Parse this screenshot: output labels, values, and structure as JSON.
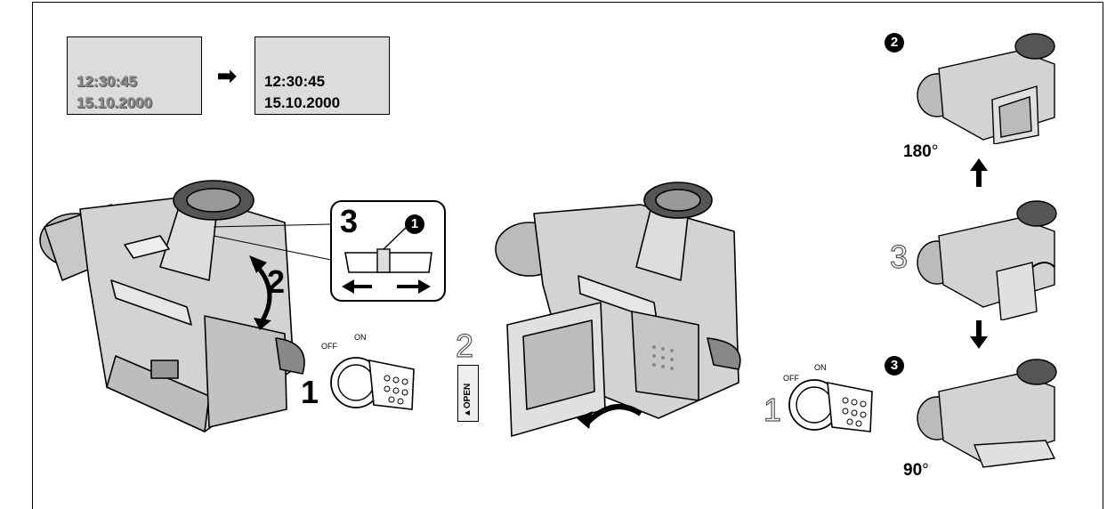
{
  "screens": {
    "before": {
      "time": "12:30:45",
      "date": "15.10.2000"
    },
    "after": {
      "time": "12:30:45",
      "date": "15.10.2000"
    }
  },
  "arrow_symbol": "➡",
  "left_scene": {
    "step_eyepiece": "3",
    "step_tilt": "2",
    "step_dial": "1",
    "marker_1": "1",
    "dial_off": "OFF",
    "dial_on": "ON"
  },
  "center_scene": {
    "step_open": "2",
    "step_dial": "1",
    "open_tab": "▲OPEN",
    "dial_off": "OFF",
    "dial_on": "ON"
  },
  "right_column": {
    "marker_2": "2",
    "angle_top": "180",
    "angle_bottom": "90",
    "step_mid": "3",
    "marker_3": "3",
    "degree_symbol": "°"
  },
  "colors": {
    "screen_bg": "#dcdcdc",
    "camera_body": "#cfcfcf",
    "line": "#000000"
  }
}
